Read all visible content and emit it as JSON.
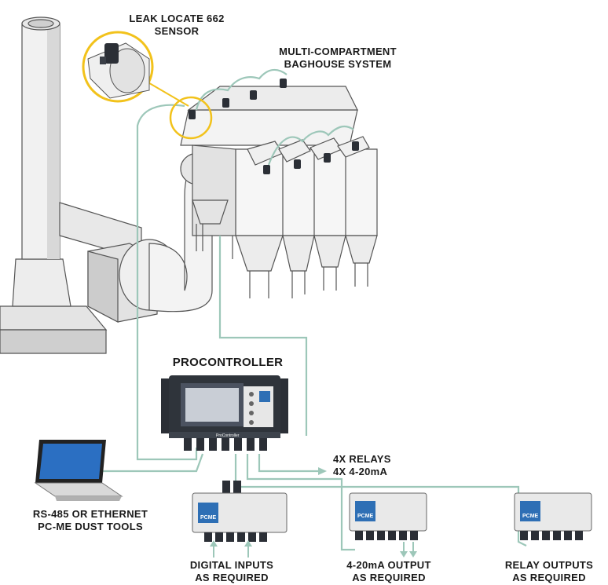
{
  "labels": {
    "sensor": [
      "LEAK LOCATE 662",
      "SENSOR"
    ],
    "baghouse": [
      "MULTI-COMPARTMENT",
      "BAGHOUSE SYSTEM"
    ],
    "controller": "PROCONTROLLER",
    "relays": [
      "4X RELAYS",
      "4X 4-20mA"
    ],
    "laptop": [
      "RS-485 OR ETHERNET",
      "PC-ME DUST TOOLS"
    ],
    "digital": [
      "DIGITAL INPUTS",
      "AS REQUIRED"
    ],
    "analog": [
      "4-20mA OUTPUT",
      "AS REQUIRED"
    ],
    "relay_out": [
      "RELAY OUTPUTS",
      "AS REQUIRED"
    ]
  },
  "brand": "PCME",
  "controller_faceplate": "ProController",
  "colors": {
    "cable": "#9dc7b9",
    "highlight": "#f2c21b",
    "outline": "#555555",
    "fill": "#f1f1f1",
    "shade": "#d6d6d6",
    "sensor": "#2b2f36"
  }
}
